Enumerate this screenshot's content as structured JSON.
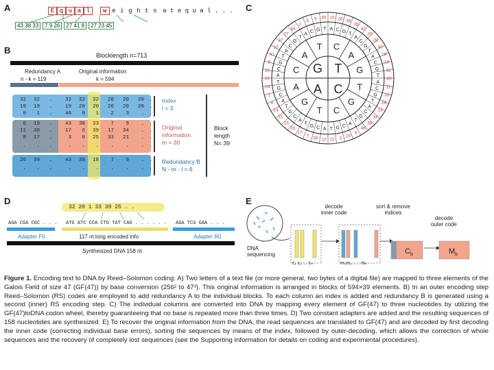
{
  "panelA": {
    "label": "A",
    "letters": [
      "E",
      "q",
      "u",
      "a",
      "l"
    ],
    "space": " ",
    "letters2": [
      "w",
      "e",
      "i",
      "g",
      "h",
      "t",
      "s"
    ],
    "rest": " a t   e q u a l . . .",
    "numbers": [
      "43 38 33",
      "7  9 26",
      "27 41  8",
      "27 23 45"
    ]
  },
  "panelB": {
    "label": "B",
    "blocklength": "Blocklength n=713",
    "redundancyA": "Redundancy A",
    "redundancyA_eq": "n - k = 119",
    "original": "Original information",
    "original_eq": "k = 594",
    "index_label": "Index",
    "index_eq": "l = 3",
    "orig_info_label": "Original",
    "orig_info_label2": "information",
    "orig_info_eq": "m = 30",
    "redB_label": "Redundancy B",
    "redB_eq": "N - m - l = 6",
    "block_label": "Block",
    "block_label2": "length",
    "block_eq": "N= 39",
    "rows": [
      [
        "32",
        "32",
        ".",
        "32",
        "32",
        "32",
        "20",
        "20",
        "20",
        "."
      ],
      [
        "19",
        "19",
        ".",
        "19",
        "20",
        "20",
        "20",
        "20",
        "20",
        "."
      ],
      [
        "0",
        "1",
        ".",
        "46",
        "0",
        "1",
        "2",
        "3",
        ".",
        "."
      ],
      [
        "6",
        "19",
        ".",
        "43",
        "38",
        "33",
        "7",
        "9",
        ".",
        "."
      ],
      [
        "11",
        "30",
        ".",
        "17",
        "6",
        "39",
        "17",
        "34",
        ".",
        "."
      ],
      [
        "8",
        "17",
        ".",
        "3",
        "0",
        "25",
        "33",
        "21",
        ".",
        "."
      ],
      [
        ".",
        ".",
        ".",
        ".",
        ".",
        ".",
        ".",
        ".",
        ".",
        "."
      ],
      [
        "26",
        "39",
        ".",
        "43",
        "38",
        "18",
        "7",
        "9",
        ".",
        "."
      ],
      [
        ".",
        ".",
        ".",
        ".",
        ".",
        ".",
        ".",
        ".",
        ".",
        "."
      ]
    ]
  },
  "panelC": {
    "label": "C",
    "center": [
      "G",
      "T",
      "A",
      "C"
    ],
    "ring2": [
      "C",
      "A",
      "G",
      "T",
      "G",
      "C",
      "T",
      "G",
      "A",
      "C",
      "A",
      "T"
    ],
    "outer_numbers": [
      "16",
      "30",
      "39",
      "35",
      "42",
      "29",
      "28",
      "40",
      "18",
      "19",
      "32",
      "43",
      "11",
      "33",
      "26",
      "13",
      "34",
      "38",
      "46",
      "8",
      "20",
      "3",
      "22",
      "12",
      "36",
      "7",
      "17",
      "25",
      "23",
      "31",
      "14",
      "4",
      "1",
      "24",
      "15",
      "21",
      "5",
      "41",
      "10",
      "37",
      "27",
      "44",
      "2",
      "6",
      "9",
      "45"
    ]
  },
  "panelD": {
    "label": "D",
    "numbers_bar": "32  20  1  33  39  25  .  .",
    "seq_left": "AGA CGA CGC . . .",
    "seq_mid": "ATG ATC CCA CTG TAT CAG . . .  . . .",
    "seq_right": "AGA TCG GAA . . .",
    "adapterF": "Adapter F0",
    "encoded": "117 nt long encoded info",
    "adapterR": "Adapter R0",
    "synth": "Synthesized DNA 158 nt"
  },
  "panelE": {
    "label": "E",
    "decode_inner": "decode\ninner code",
    "sort_remove": "sort & remove\nindices",
    "decode_outer": "decode\nouter code",
    "dna_seq": "DNA\nsequencing",
    "c_labels": "c₁ c₂ ... cₙ",
    "m_labels": "m₁m₂ . . . mₙ",
    "cb": "C",
    "cb_sub": "b",
    "mb": "M",
    "mb_sub": "b"
  },
  "caption": {
    "fig": "Figure 1.",
    "text": " Encoding text to DNA by Reed–Solomon coding: A) Two letters of a text file (or more general, two bytes of a digital file) are mapped to three elements of the Galois Field of size 47 (GF(47)) by base conversion (256² to 47³). This original information is arranged in blocks of 594×39 elements. B) In an outer encoding step Reed–Solomon (RS) codes are employed to add redundancy A to the individual blocks. To each column an index is added and redundancy B is generated using a second (inner) RS encoding step. C) The individual columns are converted into DNA by mapping every element of GF(47) to three nucleotides by utilizing the GF(47)toDNA codon wheel, thereby guaranteeing that no base is repeated more than three times. D) Two constant adapters are added and the resulting sequences of 158 nucleotides are synthesized. E) To recover the original information from the DNA, the read sequences are translated to GF(47) and are decoded by first decoding the inner code (correcting individual base errors), sorting the sequences by means of the index, followed by outer-decoding, which allows the correction of whole sequences and the recovery of completely lost sequences (see the Supporting Information for details on coding and experimental procedures)."
  },
  "colors": {
    "blue": "#5fa7d6",
    "salmon": "#f2a58d",
    "gray": "#8a9aa8",
    "yellow": "#f2e86a",
    "red": "#d33",
    "green": "#2a9a4a"
  }
}
